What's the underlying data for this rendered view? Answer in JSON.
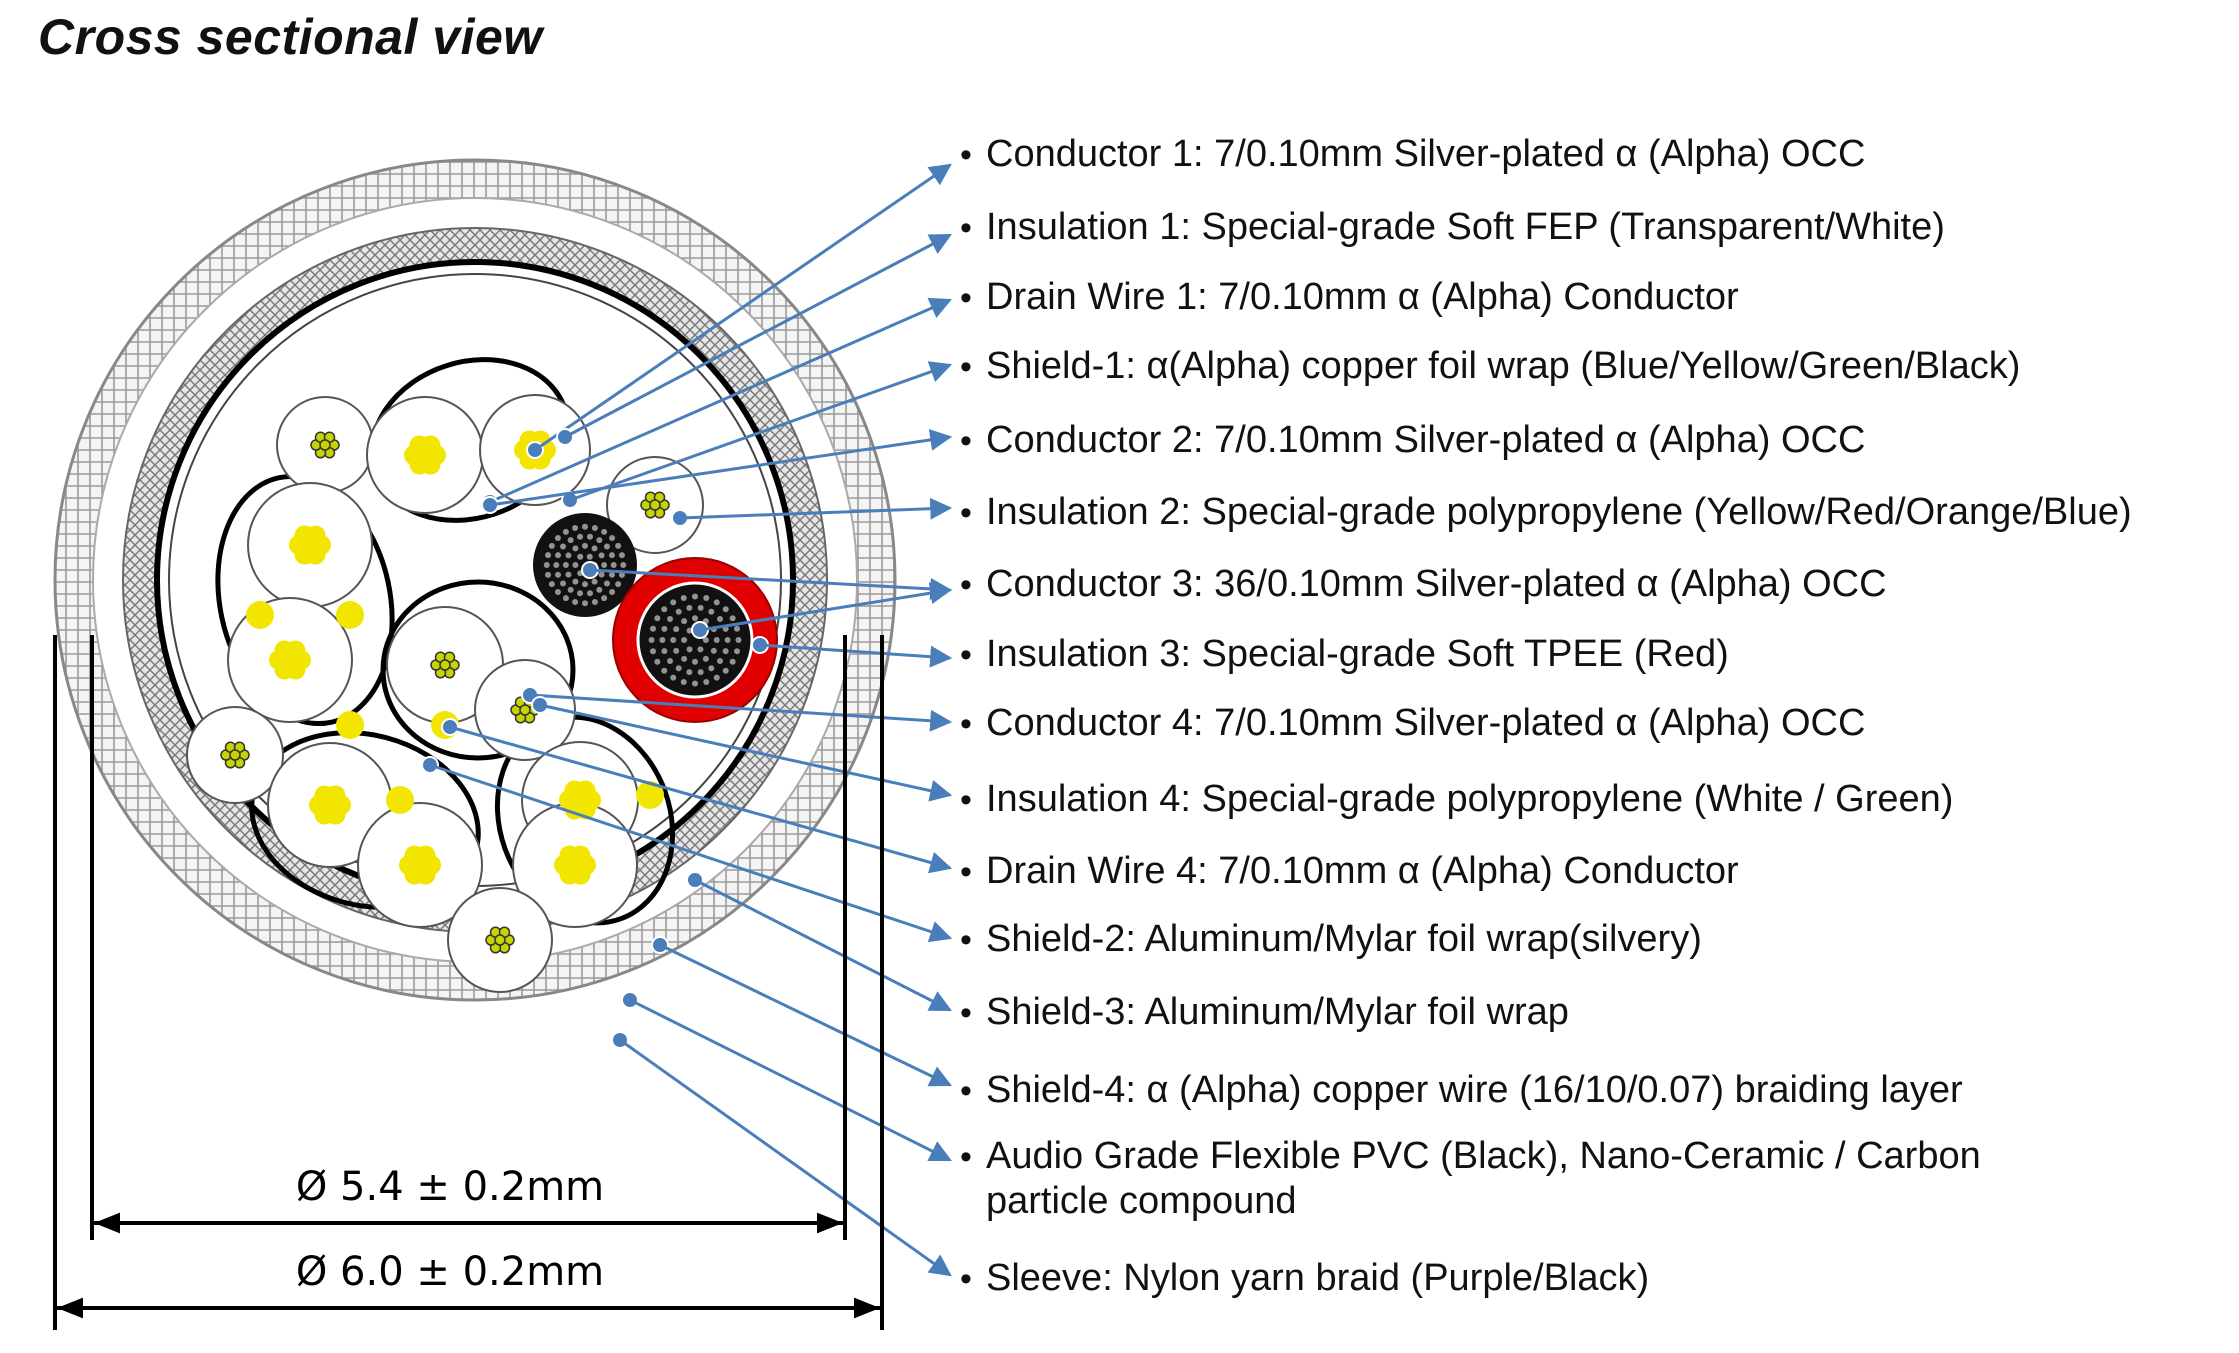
{
  "title": "Cross sectional view",
  "callouts": [
    {
      "text": "Conductor 1: 7/0.10mm Silver-plated α (Alpha) OCC"
    },
    {
      "text": "Insulation 1: Special-grade Soft FEP (Transparent/White)"
    },
    {
      "text": "Drain Wire 1: 7/0.10mm α (Alpha) Conductor"
    },
    {
      "text": "Shield-1: α(Alpha) copper foil wrap (Blue/Yellow/Green/Black)"
    },
    {
      "text": "Conductor 2: 7/0.10mm Silver-plated α (Alpha) OCC"
    },
    {
      "text": "Insulation 2: Special-grade polypropylene (Yellow/Red/Orange/Blue)"
    },
    {
      "text": "Conductor 3: 36/0.10mm Silver-plated α (Alpha) OCC"
    },
    {
      "text": "Insulation 3: Special-grade Soft TPEE (Red)"
    },
    {
      "text": "Conductor 4: 7/0.10mm Silver-plated α (Alpha) OCC"
    },
    {
      "text": "Insulation 4: Special-grade polypropylene (White / Green)"
    },
    {
      "text": "Drain Wire 4: 7/0.10mm α (Alpha) Conductor"
    },
    {
      "text": "Shield-2: Aluminum/Mylar foil wrap(silvery)"
    },
    {
      "text": "Shield-3: Aluminum/Mylar foil wrap"
    },
    {
      "text": "Shield-4: α (Alpha) copper wire (16/10/0.07) braiding layer"
    },
    {
      "text": "Audio Grade Flexible PVC (Black), Nano-Ceramic / Carbon",
      "cont": "particle compound"
    },
    {
      "text": "Sleeve: Nylon yarn braid (Purple/Black)"
    }
  ],
  "bullet": "•",
  "dimensions": {
    "inner": "Ø 5.4 ± 0.2mm",
    "outer": "Ø 6.0 ± 0.2mm"
  },
  "colors": {
    "arrow": "#4a7ebb",
    "yellow_strand": "#f2e600",
    "insulation_red": "#e00000",
    "text": "#111111"
  }
}
